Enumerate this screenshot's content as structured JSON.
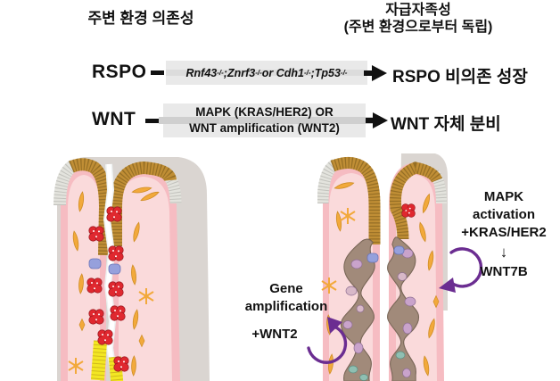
{
  "header": {
    "left_title": "주변 환경 의존성",
    "right_title_line1": "자급자족성",
    "right_title_line2": "(주변 환경으로부터 독립)"
  },
  "pathways": {
    "rspo": {
      "label": "RSPO",
      "genes": [
        {
          "base": "Rnf43",
          "sup": "-/-"
        },
        {
          "base": ";Znrf3",
          "sup": "-/-"
        },
        {
          "base": " or Cdh1",
          "sup": "-/-"
        },
        {
          "base": ";Tp53",
          "sup": "-/-"
        }
      ],
      "result_emphasis": "RSPO",
      "result_rest": " 비의존 성장"
    },
    "wnt": {
      "label": "WNT",
      "box_line1": "MAPK (KRAS/HER2) OR",
      "box_line2": "WNT amplification (WNT2)",
      "result_emphasis": "WNT",
      "result_rest": " 자체 분비"
    }
  },
  "annotations": {
    "left": {
      "line1": "Gene",
      "line2": "amplification",
      "line3": "+WNT2"
    },
    "right": {
      "line1": "MAPK",
      "line2": "activation",
      "line3": "+KRAS/HER2",
      "down_arrow": "↓",
      "line4": "WNT7B"
    }
  },
  "colors": {
    "accent_purple": "#6b2d91",
    "pathway_box_bg": "#e9e9e9",
    "arrow_black": "#111111",
    "outer_gray": "#dad5d1",
    "stroma_pink": "#f7bec5",
    "epithelium_brown": "#c08e35",
    "surface_cell_gray": "#e3e3dd",
    "paneth_red": "#e0282f",
    "stem_yellow": "#f3e723",
    "goblet_blue": "#96a0dc",
    "fibroblast_orange": "#f2a93b",
    "tumor_brown": "#a18b7a",
    "tumor_purple": "#c9a3cb",
    "tumor_teal": "#8fbfb2"
  }
}
